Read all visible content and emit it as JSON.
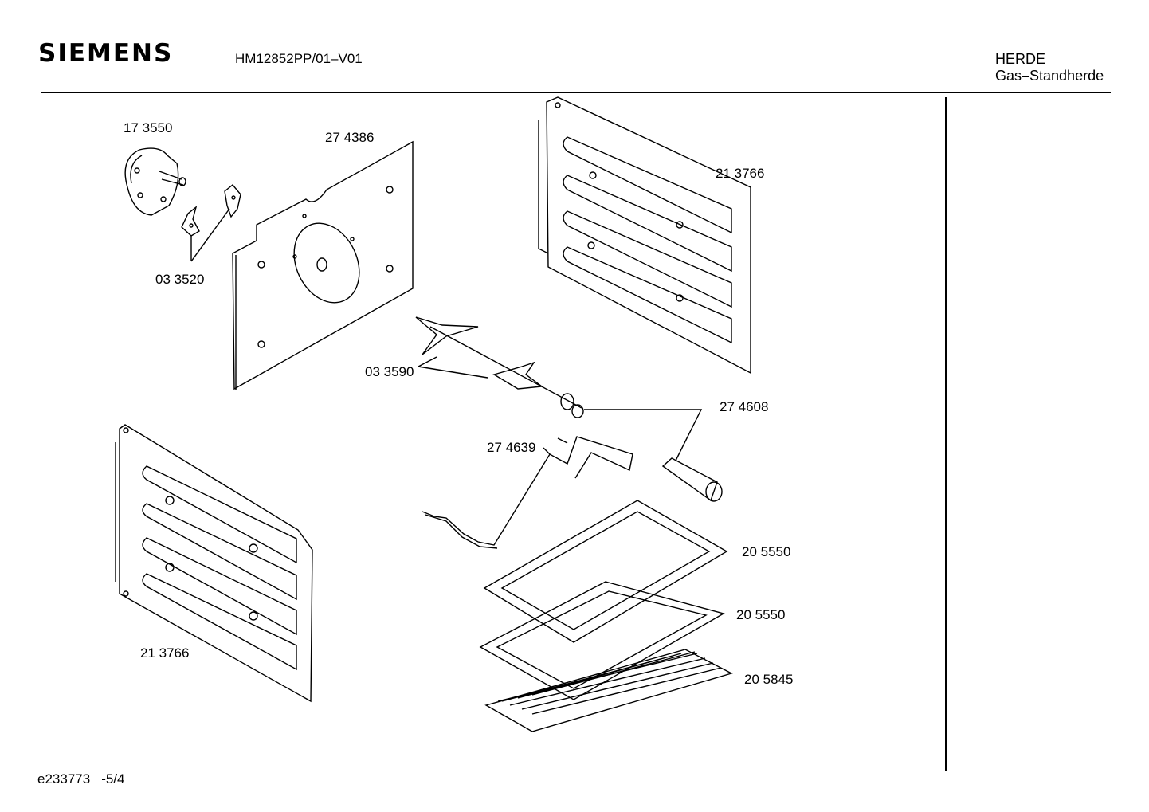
{
  "header": {
    "brand": "SIEMENS",
    "model": "HM12852PP/01–V01",
    "category": "HERDE",
    "subcategory": "Gas–Standherde"
  },
  "footer": {
    "doc_id": "e233773",
    "page": "-5/4"
  },
  "parts": [
    {
      "id": "p1",
      "number": "17 3550"
    },
    {
      "id": "p2",
      "number": "27 4386"
    },
    {
      "id": "p3",
      "number": "21 3766"
    },
    {
      "id": "p4",
      "number": "03 3520"
    },
    {
      "id": "p5",
      "number": "03 3590"
    },
    {
      "id": "p6",
      "number": "27 4608"
    },
    {
      "id": "p7",
      "number": "27 4639"
    },
    {
      "id": "p8",
      "number": "20 5550"
    },
    {
      "id": "p9",
      "number": "20 5550"
    },
    {
      "id": "p10",
      "number": "20 5845"
    },
    {
      "id": "p11",
      "number": "21 3766"
    }
  ]
}
